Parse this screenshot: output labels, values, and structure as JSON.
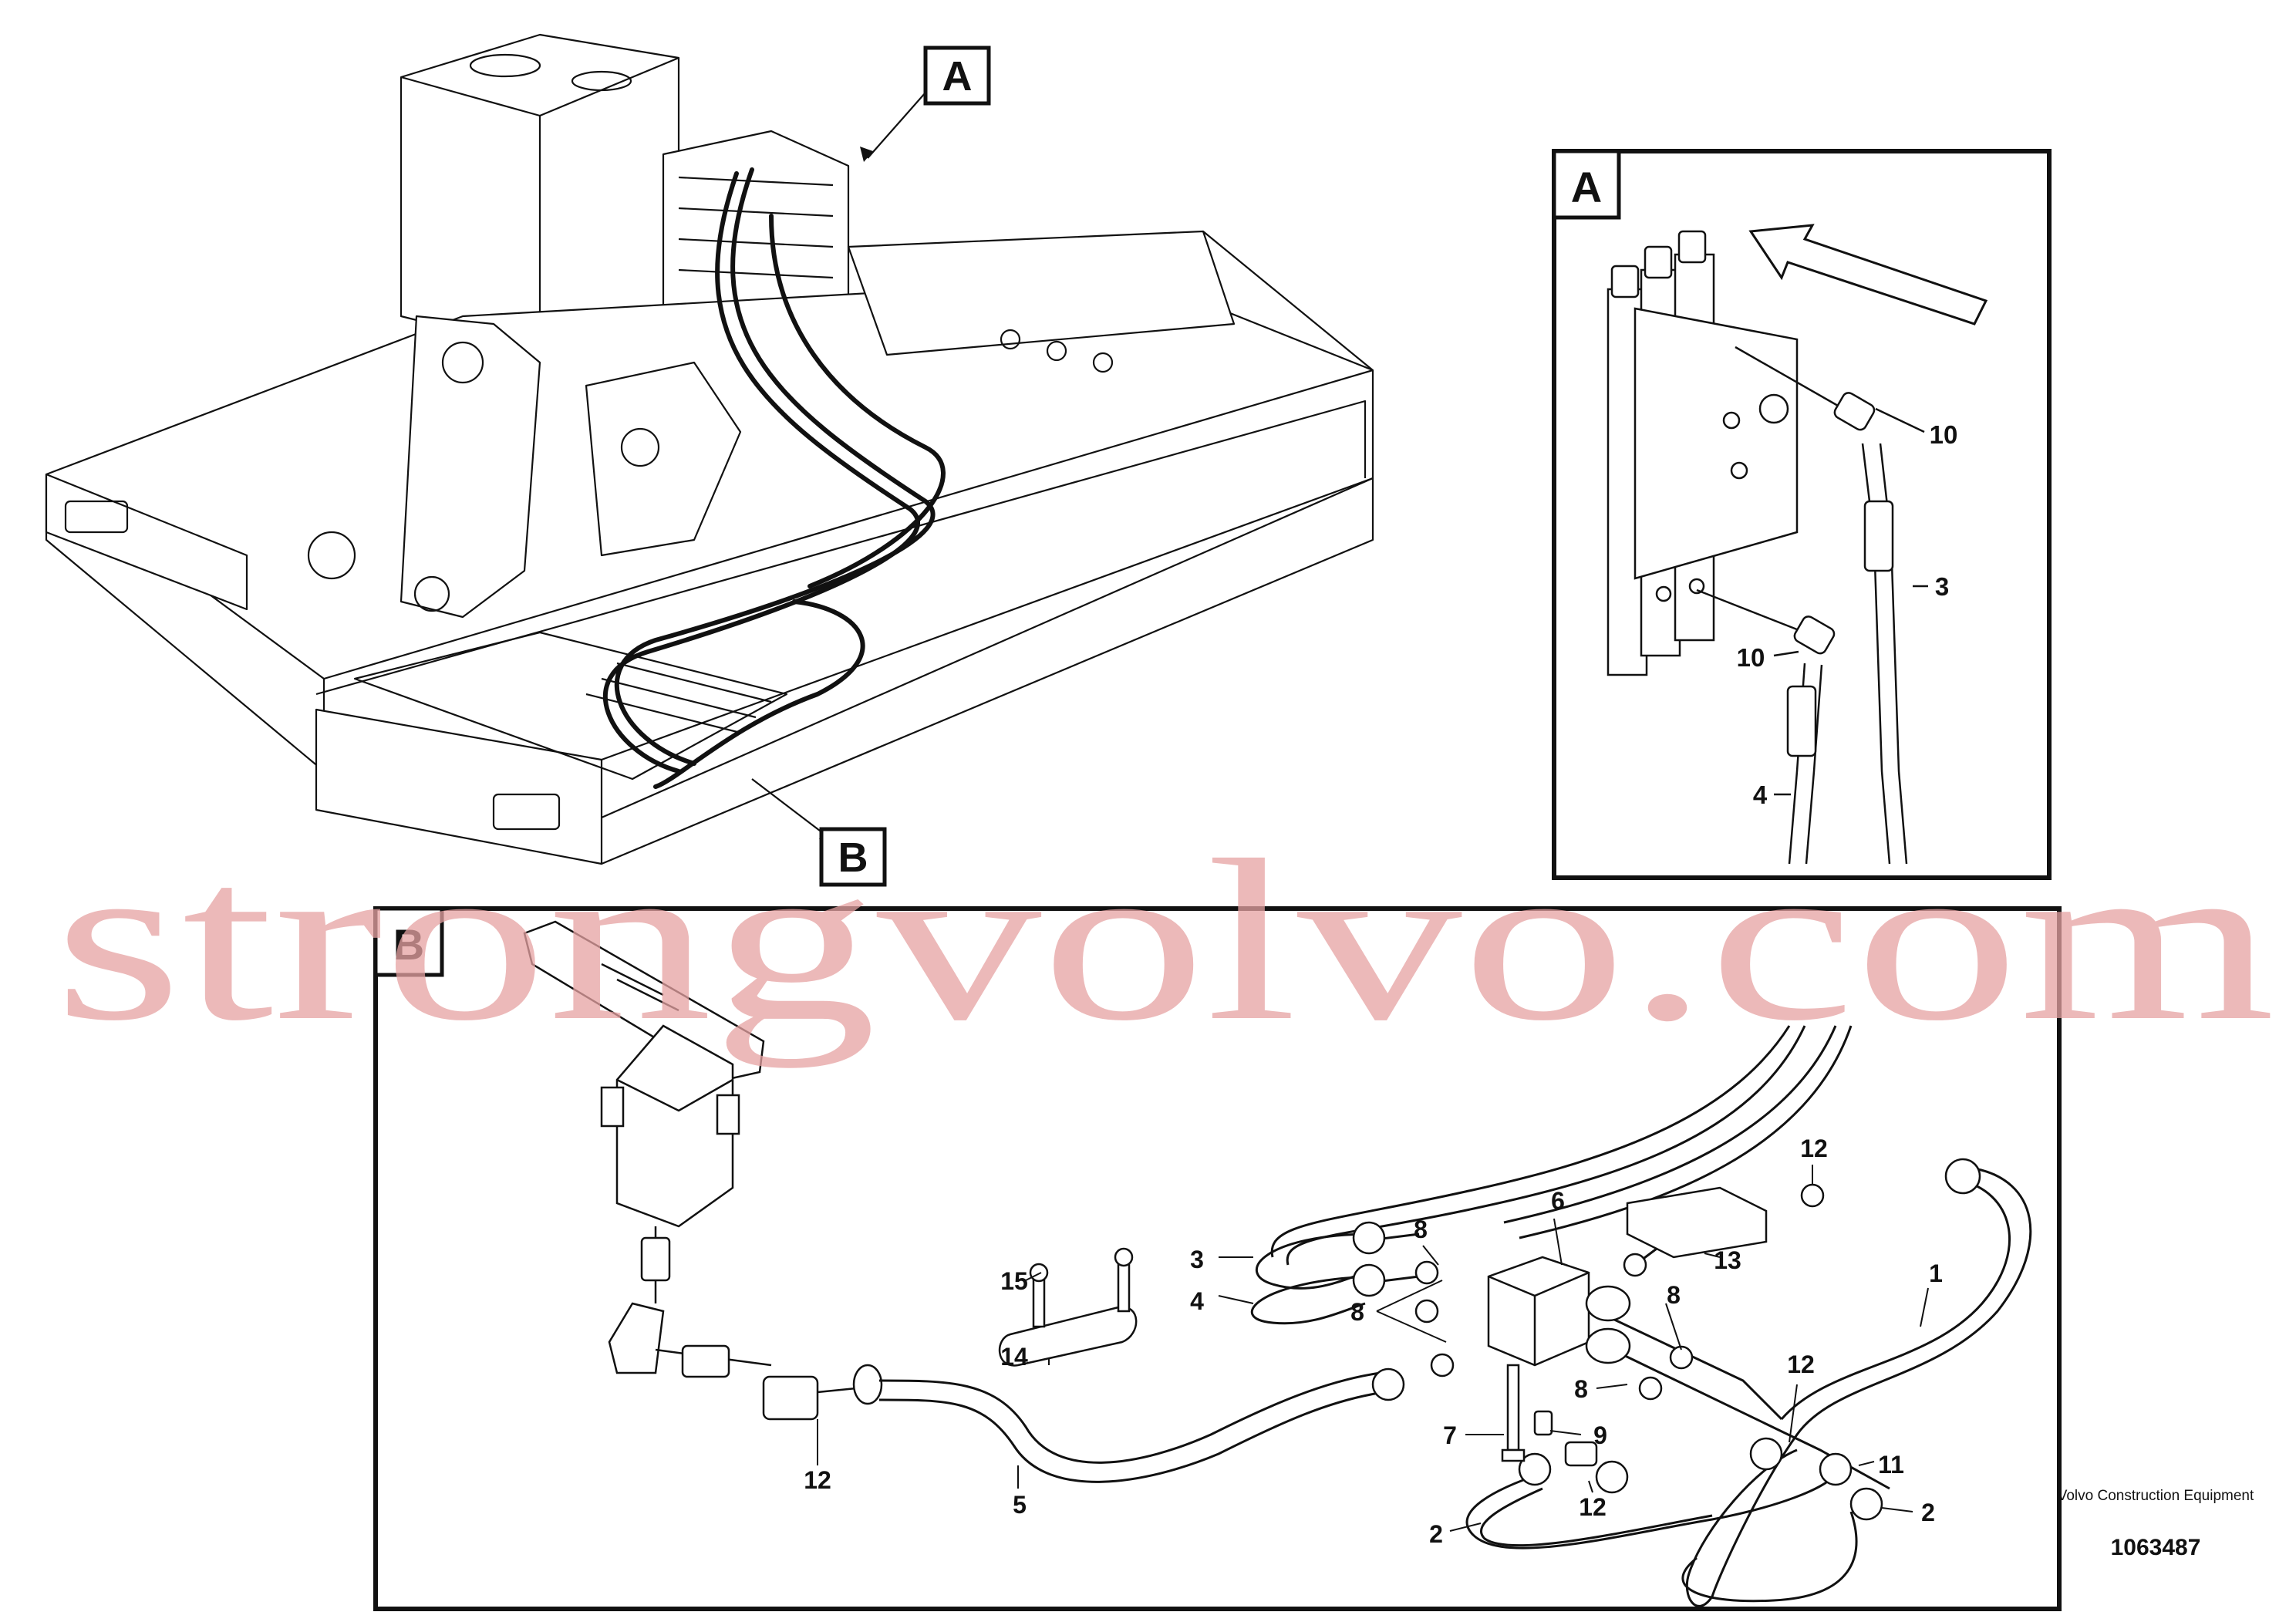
{
  "watermark": "strongvolvo.com",
  "views": {
    "A": {
      "tag": "A",
      "callouts": [
        "10",
        "3",
        "10",
        "4"
      ]
    },
    "B": {
      "tag": "B",
      "callouts": [
        "12",
        "3",
        "4",
        "8",
        "6",
        "13",
        "8",
        "8",
        "15",
        "14",
        "8",
        "1",
        "12",
        "7",
        "9",
        "11",
        "12",
        "5",
        "2",
        "12",
        "2"
      ]
    }
  },
  "overview": {
    "tag_a": "A",
    "tag_b": "B"
  },
  "footer": {
    "company": "Volvo Construction Equipment",
    "document_number": "1063487"
  }
}
